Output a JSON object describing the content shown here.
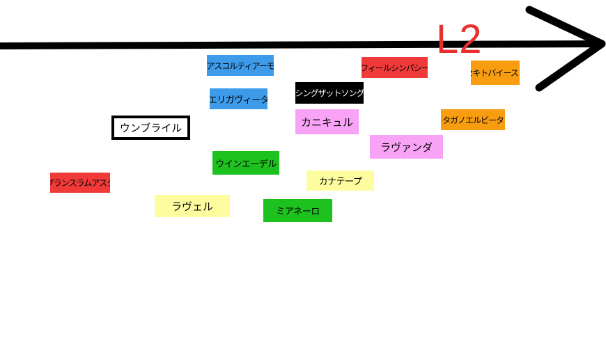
{
  "axis": {
    "label": "L2"
  },
  "colors": {
    "axis": "#000000",
    "axis_label": "#e8302e",
    "red": "#f03a3a",
    "blue": "#3d9be9",
    "black": "#000000",
    "pink": "#f9a3f7",
    "green": "#1ec21e",
    "yellow": "#fdfda0",
    "orange": "#f99d10",
    "white": "#ffffff"
  },
  "labels": [
    {
      "id": "ascolti-amo",
      "text": "アスコルティアーモ",
      "color": "blue"
    },
    {
      "id": "feel-sympathy",
      "text": "フィールシンパシー",
      "color": "red"
    },
    {
      "id": "sekito-buy-east",
      "text": "セキトバイースト",
      "color": "orange"
    },
    {
      "id": "eliga-vita",
      "text": "エリガヴィータ",
      "color": "blue"
    },
    {
      "id": "sing-that-song",
      "text": "シングザットソング",
      "color": "black"
    },
    {
      "id": "unbridled",
      "text": "ウンブライル",
      "color": "white"
    },
    {
      "id": "canicule",
      "text": "カニキュル",
      "color": "pink"
    },
    {
      "id": "tagano-elvita",
      "text": "タガノエルビータ",
      "color": "orange"
    },
    {
      "id": "lavanda",
      "text": "ラヴァンダ",
      "color": "pink"
    },
    {
      "id": "win-edel",
      "text": "ウインエーデル",
      "color": "green"
    },
    {
      "id": "kana-tape",
      "text": "カナテープ",
      "color": "yellow"
    },
    {
      "id": "grand-slam-ask",
      "text": "グランスラムアスク",
      "color": "red"
    },
    {
      "id": "ravel",
      "text": "ラヴェル",
      "color": "yellow"
    },
    {
      "id": "mia-nero",
      "text": "ミアネーロ",
      "color": "green"
    }
  ]
}
